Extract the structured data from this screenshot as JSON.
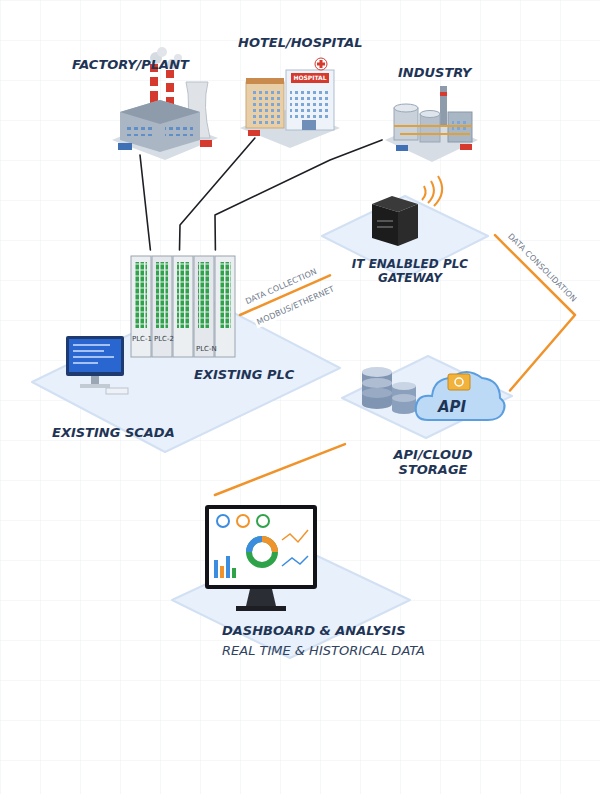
{
  "diagram": {
    "nodes": [
      {
        "text": [
          "FACTORY/PLANT"
        ]
      },
      {
        "text": [
          "HOTEL/HOSPITAL"
        ]
      },
      {
        "text": [
          "INDUSTRY"
        ]
      },
      {
        "text": [
          "EXISTING PLC",
          "EXISTING SCADA"
        ]
      },
      {
        "text": [
          "PLC-1",
          "PLC-2",
          "PLC-N"
        ],
        "in": 3
      },
      {
        "text": [
          "IT ENALBLED PLC GATEWAY"
        ]
      },
      {
        "text": [
          "API",
          "API/CLOUD STORAGE"
        ]
      },
      {
        "text": [
          "DASHBOARD & ANALYSIS",
          "REAL TIME & HISTORICAL DATA"
        ]
      }
    ],
    "edges": [
      {
        "from": 0,
        "to": 4,
        "arrow": "none"
      },
      {
        "from": 1,
        "to": 4,
        "arrow": "none"
      },
      {
        "from": 2,
        "to": 4,
        "arrow": "none"
      },
      {
        "from": 4,
        "to": 5,
        "label": "DATA COLLECTION",
        "arrow": "none"
      },
      {
        "from": 5,
        "to": 6,
        "label": "DATA CONSOLIDATION",
        "arrow": "none"
      },
      {
        "from": 6,
        "to": 7,
        "arrow": "none"
      }
    ],
    "labels": [
      "MODBUS/ETHERNET",
      "HOSPITAL"
    ]
  }
}
